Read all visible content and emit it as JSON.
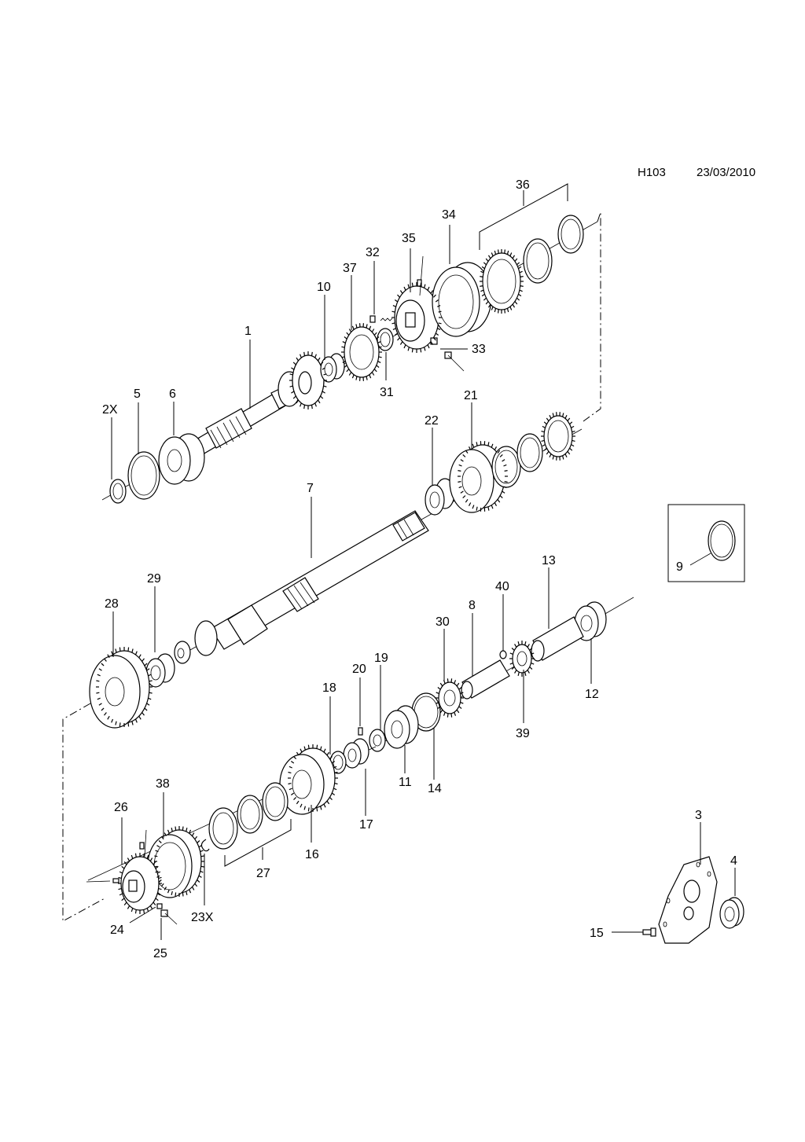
{
  "header": {
    "code": "H103",
    "date": "23/03/2010"
  },
  "callouts": [
    "1",
    "2X",
    "3",
    "4",
    "5",
    "6",
    "7",
    "8",
    "9",
    "10",
    "11",
    "12",
    "13",
    "14",
    "15",
    "16",
    "17",
    "18",
    "19",
    "20",
    "21",
    "22",
    "23X",
    "24",
    "25",
    "26",
    "27",
    "28",
    "29",
    "30",
    "31",
    "32",
    "33",
    "34",
    "35",
    "36",
    "37",
    "38",
    "39",
    "40"
  ]
}
